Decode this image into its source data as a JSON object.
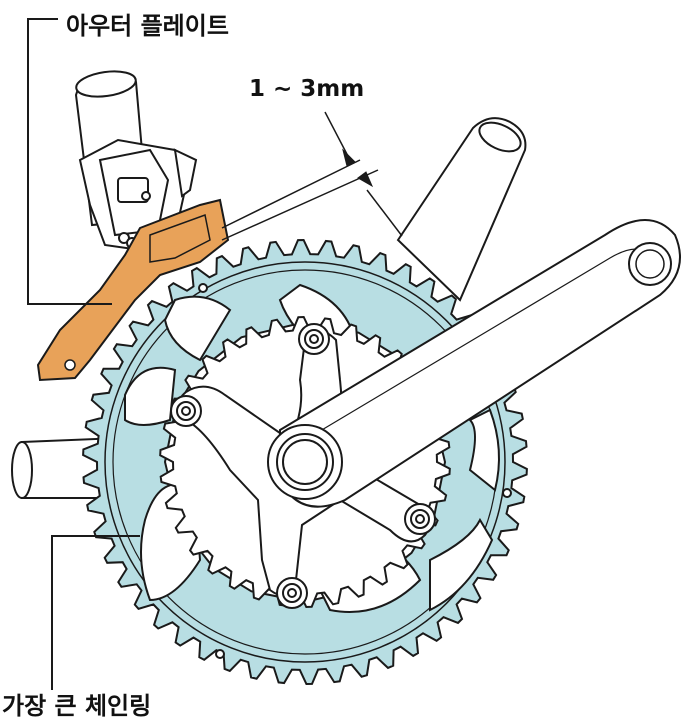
{
  "labels": {
    "outer_plate": "아우터 플레이트",
    "gap": "1 ~ 3mm",
    "largest_chainring": "가장 큰 체인링"
  },
  "colors": {
    "chainring_fill": "#b8dee3",
    "outer_plate_fill": "#e8a259",
    "stroke": "#1a1a1a",
    "frame_fill": "#ffffff"
  },
  "chainring": {
    "teeth": 50
  },
  "inner_ring": {
    "teeth": 34
  }
}
